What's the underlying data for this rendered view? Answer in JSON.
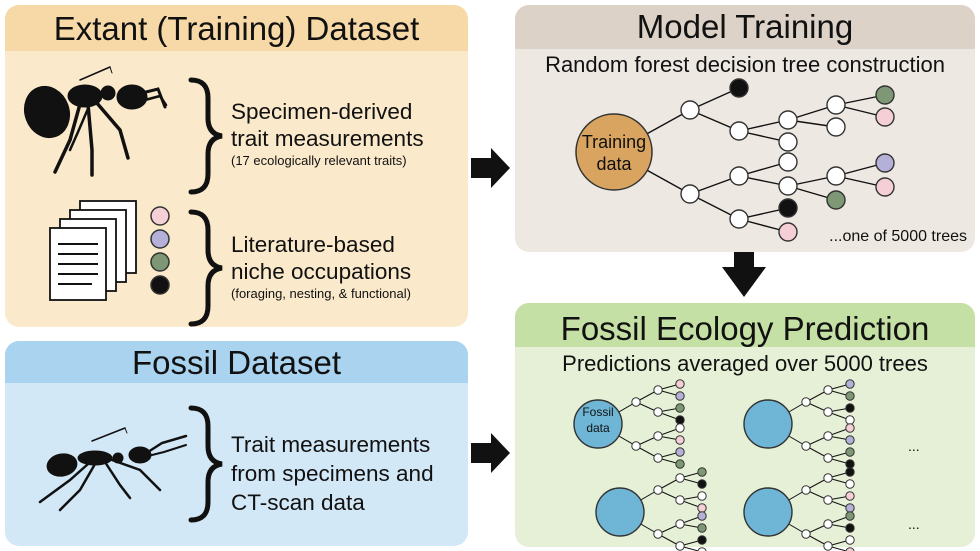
{
  "extant": {
    "title": "Extant (Training) Dataset",
    "trait_line1": "Specimen-derived",
    "trait_line2": "trait measurements",
    "trait_note": "(17 ecologically relevant traits)",
    "niche_line1": "Literature-based",
    "niche_line2": "niche occupations",
    "niche_note": "(foraging, nesting, & functional)"
  },
  "fossil": {
    "title": "Fossil Dataset",
    "line1": "Trait measurements",
    "line2": "from specimens and",
    "line3": "CT-scan data"
  },
  "training": {
    "title": "Model Training",
    "subtitle": "Random forest decision tree construction",
    "node_line1": "Training",
    "node_line2": "data",
    "note": "...one of 5000 trees"
  },
  "prediction": {
    "title": "Fossil Ecology Prediction",
    "subtitle": "Predictions averaged over 5000 trees",
    "node_line1": "Fossil",
    "node_line2": "data",
    "ellipsis1": "...",
    "ellipsis2": "..."
  },
  "colors": {
    "extant_header": "#f6d9a6",
    "extant_body": "#fbe9cb",
    "fossil_header": "#a9d3ee",
    "fossil_body": "#d3e8f6",
    "training_header": "#ddd2c7",
    "training_body": "#eee8e2",
    "prediction_header": "#c5e0a5",
    "prediction_body": "#e5f0d6",
    "training_node": "#d9a45f",
    "fossil_node": "#6fb6d6",
    "niche_pink": "#f4d0d6",
    "niche_lavender": "#b4b0d8",
    "niche_green": "#7e9876",
    "niche_black": "#111111"
  }
}
